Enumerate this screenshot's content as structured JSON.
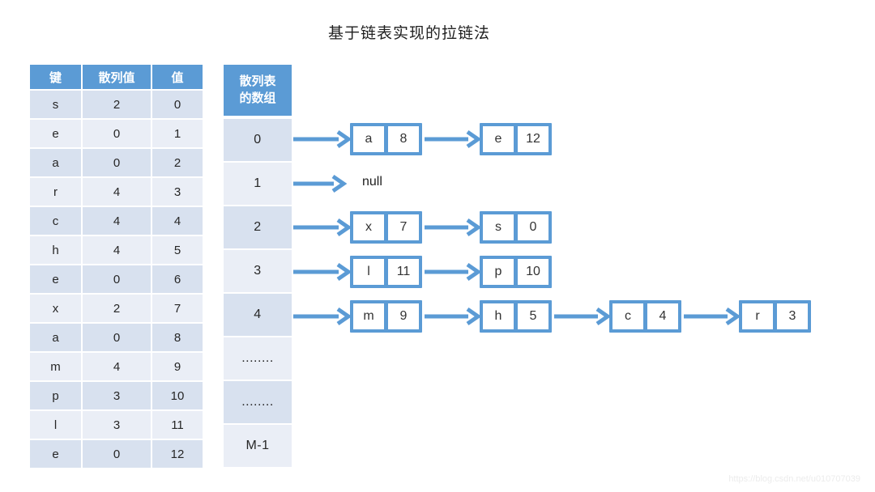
{
  "title": "基于链表实现的拉链法",
  "watermark": "https://blog.csdn.net/u010707039",
  "colors": {
    "accent_blue": "#5B9BD5",
    "row_dark": "#D8E1EF",
    "row_light": "#EAEEF6"
  },
  "key_table": {
    "headers": [
      "键",
      "散列值",
      "值"
    ],
    "rows": [
      [
        "s",
        "2",
        "0"
      ],
      [
        "e",
        "0",
        "1"
      ],
      [
        "a",
        "0",
        "2"
      ],
      [
        "r",
        "4",
        "3"
      ],
      [
        "c",
        "4",
        "4"
      ],
      [
        "h",
        "4",
        "5"
      ],
      [
        "e",
        "0",
        "6"
      ],
      [
        "x",
        "2",
        "7"
      ],
      [
        "a",
        "0",
        "8"
      ],
      [
        "m",
        "4",
        "9"
      ],
      [
        "p",
        "3",
        "10"
      ],
      [
        "l",
        "3",
        "11"
      ],
      [
        "e",
        "0",
        "12"
      ]
    ]
  },
  "array_column": {
    "header": "散列表的数组",
    "cells": [
      "0",
      "1",
      "2",
      "3",
      "4",
      "........",
      "........",
      "M-1"
    ]
  },
  "chains": [
    {
      "bucket": "0",
      "nodes": [
        {
          "key": "a",
          "value": "8"
        },
        {
          "key": "e",
          "value": "12"
        }
      ]
    },
    {
      "bucket": "1",
      "null_label": "null",
      "nodes": []
    },
    {
      "bucket": "2",
      "nodes": [
        {
          "key": "x",
          "value": "7"
        },
        {
          "key": "s",
          "value": "0"
        }
      ]
    },
    {
      "bucket": "3",
      "nodes": [
        {
          "key": "l",
          "value": "11"
        },
        {
          "key": "p",
          "value": "10"
        }
      ]
    },
    {
      "bucket": "4",
      "nodes": [
        {
          "key": "m",
          "value": "9"
        },
        {
          "key": "h",
          "value": "5"
        },
        {
          "key": "c",
          "value": "4"
        },
        {
          "key": "r",
          "value": "3"
        }
      ]
    }
  ]
}
